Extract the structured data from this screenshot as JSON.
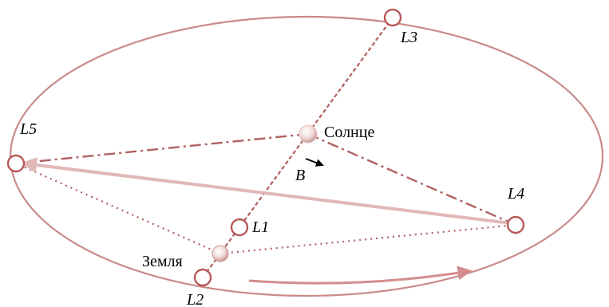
{
  "labels": {
    "sun": "Солнце",
    "earth": "Земля",
    "l1": "L1",
    "l2": "L2",
    "l3": "L3",
    "l4": "L4",
    "l5": "L5",
    "vector": "B"
  },
  "colors": {
    "orbit": "#c98a8a",
    "dash_line": "#b06060",
    "pale_arrow": "#e2b7b7",
    "point_ring": "#b85858",
    "body_fill": "#f0d6d6",
    "motion_arrow": "#d48c8c",
    "vector_arrow": "#000000"
  }
}
